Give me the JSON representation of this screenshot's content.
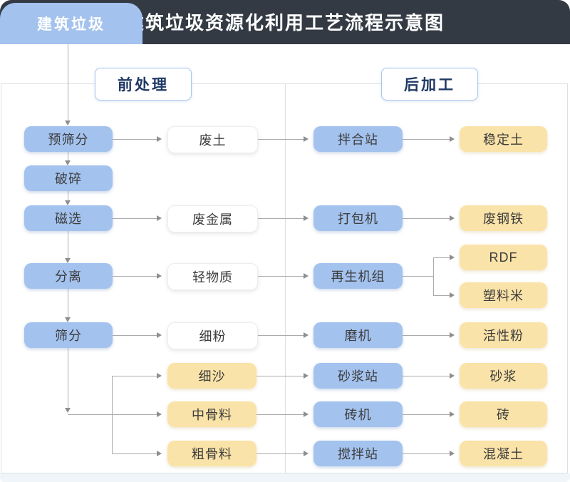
{
  "header": {
    "tab_label": "建筑垃圾",
    "title": "建筑垃圾资源化利用工艺流程示意图"
  },
  "sections": {
    "pre_processing": "前处理",
    "post_processing": "后加工"
  },
  "nodes": {
    "pre_screening": "预筛分",
    "crushing": "破碎",
    "magnetic_separation": "磁选",
    "separation": "分离",
    "screening": "筛分",
    "waste_soil": "废土",
    "waste_metal": "废金属",
    "light_material": "轻物质",
    "fine_powder": "细粉",
    "fine_sand": "细沙",
    "medium_aggregate": "中骨料",
    "coarse_aggregate": "粗骨料",
    "mixing_station": "拌合站",
    "baling_machine": "打包机",
    "regeneration_unit": "再生机组",
    "grinding_mill": "磨机",
    "mortar_station": "砂浆站",
    "brick_machine": "砖机",
    "stirring_station": "搅拌站",
    "stabilized_soil": "稳定土",
    "scrap_steel": "废钢铁",
    "rdf": "RDF",
    "plastic_pellets": "塑料米",
    "active_powder": "活性粉",
    "mortar": "砂浆",
    "brick": "砖",
    "concrete": "混凝土"
  },
  "colors": {
    "header_bar": "#333A44",
    "node_blue": "#A3C2EE",
    "node_yellow": "#FAE3A8",
    "section_text": "#1F3864",
    "section_border": "#A9C7F0",
    "connector_gray": "#ABABAB",
    "panel_border": "#DCE0E5"
  }
}
